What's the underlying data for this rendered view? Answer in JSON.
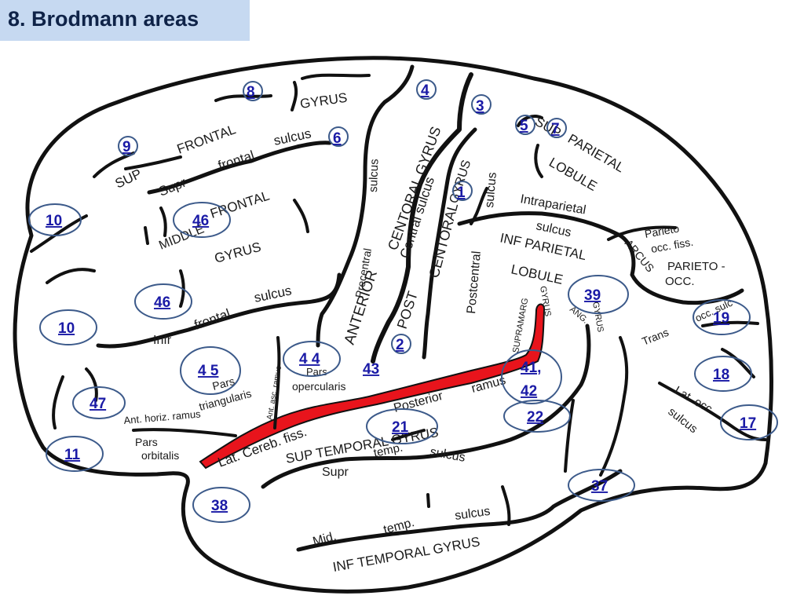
{
  "title": "8. Brodmann areas",
  "colors": {
    "title_bg": "#c6d9f1",
    "title_text": "#0f2348",
    "area_number": "#1a1aa6",
    "ring": "#3c5a8a",
    "sylvian": "#e8141c"
  },
  "labels": {
    "gyrus_top": "GYRUS",
    "sup": "SUP",
    "frontal_top": "FRONTAL",
    "sulcus_top": "sulcus",
    "supr": "Supr",
    "frontal_mid": "frontal",
    "middle": "MIDDLE",
    "frontal_mid2": "FRONTAL",
    "gyrus_mid": "GYRUS",
    "sulcus_mid": "sulcus",
    "frontal_infr": "frontal",
    "infr": "Infr",
    "centoral_gyrus": "CENTORAL GYRUS",
    "sulcus_v": "sulcus",
    "central_sulcus": "Central sulcus",
    "precentral": "Precentral",
    "anterior": "ANTERIOR",
    "post": "POST",
    "centoral_post": "CENTORAL",
    "gyrus_post": "GYRUS",
    "sulcus_post": "sulcus",
    "postcentral": "Postcentral",
    "sup_par": "SUP",
    "parietal": "PARIETAL",
    "lobule": "LOBULE",
    "intraparietal": "Intraparietal",
    "sulcus_intra": "sulcus",
    "inf_parietal": "INF PARIETAL",
    "lobule_inf": "LOBULE",
    "parieto": "Parieto",
    "occ_fiss": "occ. fiss.",
    "parieto_occ": "PARIETO -",
    "occ": "OCC.",
    "arcus": "ARCUS",
    "supramarg": "SUPRAMARG",
    "gyrus_supra": "GYRUS",
    "ang": "ANG.",
    "gyrus_ang": "GYRUS",
    "trans": "Trans",
    "occ_sulc": "occ. sulc",
    "lat_occ": "Lat. occ",
    "sulcus_occ": "sulcus",
    "pars": "Pars",
    "opercularis": "opercularis",
    "ant_asc_ramus": "Ant. asc. ramus",
    "pars_tri": "Pars",
    "triangularis": "triangularis",
    "ant_horiz_ramus": "Ant. horiz. ramus",
    "pars_orb": "Pars",
    "orbitalis": "orbitalis",
    "lat_cereb_fiss": "Lat. Cereb. fiss.",
    "posterior": "Posterior",
    "ramus": "ramus",
    "sup_temp_gyrus": "SUP TEMPORAL GYRUS",
    "supr_temp": "Supr",
    "temp_label": "temp.",
    "sulcus_temp": "sulcus",
    "mid": "Mid.",
    "temp_mid": "temp.",
    "sulcus_mid_temp": "sulcus",
    "inf_temp_gyrus": "INF TEMPORAL GYRUS"
  },
  "areas": [
    {
      "id": "8",
      "label": "8"
    },
    {
      "id": "4",
      "label": "4"
    },
    {
      "id": "3",
      "label": "3"
    },
    {
      "id": "5",
      "label": "5"
    },
    {
      "id": "7",
      "label": "7"
    },
    {
      "id": "6",
      "label": "6"
    },
    {
      "id": "9",
      "label": "9"
    },
    {
      "id": "1",
      "label": "1"
    },
    {
      "id": "10a",
      "label": "10"
    },
    {
      "id": "46a",
      "label": "46"
    },
    {
      "id": "46b",
      "label": "46"
    },
    {
      "id": "39",
      "label": "39"
    },
    {
      "id": "19",
      "label": "19"
    },
    {
      "id": "10b",
      "label": "10"
    },
    {
      "id": "2",
      "label": "2"
    },
    {
      "id": "44a",
      "label": "4 4"
    },
    {
      "id": "45",
      "label": "4 5"
    },
    {
      "id": "43",
      "label": "43"
    },
    {
      "id": "4142",
      "label": "41,"
    },
    {
      "id": "4142b",
      "label": "42"
    },
    {
      "id": "18",
      "label": "18"
    },
    {
      "id": "47",
      "label": "47"
    },
    {
      "id": "22",
      "label": "22"
    },
    {
      "id": "17",
      "label": "17"
    },
    {
      "id": "21",
      "label": "21"
    },
    {
      "id": "11",
      "label": "11"
    },
    {
      "id": "37",
      "label": "37"
    },
    {
      "id": "38",
      "label": "38"
    }
  ]
}
